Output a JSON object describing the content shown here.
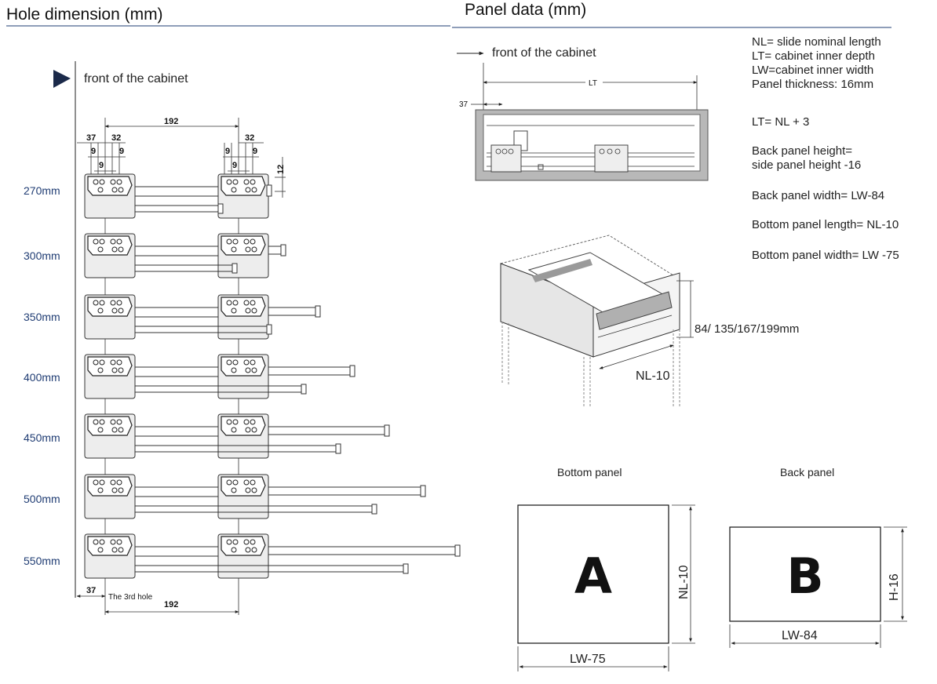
{
  "left": {
    "title": "Hole dimension (mm)",
    "front_label": "front of the cabinet",
    "dims": {
      "d192": "192",
      "d37": "37",
      "d32": "32",
      "d9": "9",
      "d12": "12"
    },
    "lengths": [
      "270mm",
      "300mm",
      "350mm",
      "400mm",
      "450mm",
      "500mm",
      "550mm"
    ],
    "bottom_37": "37",
    "third_hole": "The 3rd hole",
    "bottom_192": "192"
  },
  "right": {
    "title": "Panel data (mm)",
    "front_label": "front of the cabinet",
    "lt_label": "LT",
    "d37": "37",
    "definitions": [
      "NL= slide nominal length",
      "LT= cabinet inner depth",
      "LW=cabinet inner width",
      "Panel thickness: 16mm"
    ],
    "formulas": {
      "lt": "LT= NL + 3",
      "back_height_1": "Back panel height=",
      "back_height_2": "side panel height -16",
      "back_width": "Back panel width= LW-84",
      "bottom_length": "Bottom panel length= NL-10",
      "bottom_width": "Bottom panel width= LW -75"
    },
    "heights": "84/ 135/167/199mm",
    "nl10": "NL-10",
    "bottom_panel": {
      "title": "Bottom panel",
      "letter": "A",
      "side": "NL-10",
      "width": "LW-75"
    },
    "back_panel": {
      "title": "Back panel",
      "letter": "B",
      "side": "H-16",
      "width": "LW-84"
    }
  },
  "colors": {
    "accent_navy": "#1f3c73",
    "arrow": "#1b2a4a",
    "rule": "#1f3c73"
  }
}
